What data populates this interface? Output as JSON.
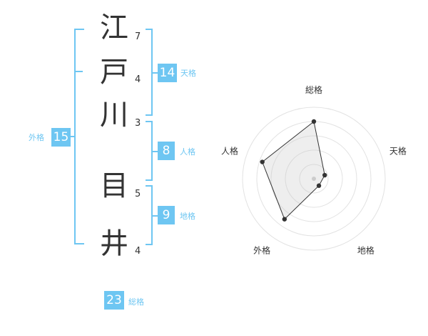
{
  "name": {
    "chars": [
      {
        "char": "江",
        "strokes": "7"
      },
      {
        "char": "戸",
        "strokes": "4"
      },
      {
        "char": "川",
        "strokes": "3"
      },
      {
        "char": "目",
        "strokes": "5"
      },
      {
        "char": "井",
        "strokes": "4"
      }
    ]
  },
  "fortune": {
    "tenkaku": {
      "value": "14",
      "label": "天格"
    },
    "jinkaku": {
      "value": "8",
      "label": "人格"
    },
    "chikaku": {
      "value": "9",
      "label": "地格"
    },
    "gaikaku": {
      "value": "15",
      "label": "外格"
    },
    "soukaku": {
      "value": "23",
      "label": "総格"
    }
  },
  "chart_data": {
    "type": "radar",
    "axes": [
      "総格",
      "天格",
      "地格",
      "外格",
      "人格"
    ],
    "values": [
      4,
      0.8,
      0.6,
      3.5,
      3.8
    ],
    "rmax": 5,
    "grid": true
  }
}
